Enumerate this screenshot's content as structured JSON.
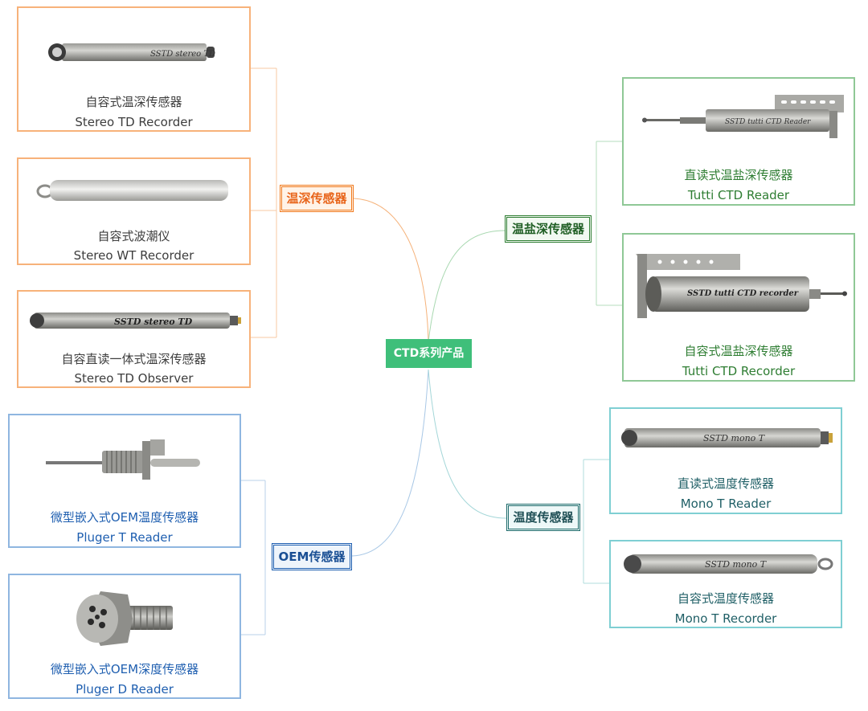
{
  "center": {
    "label": "CTD系列产品",
    "color": "#3fbf7a"
  },
  "branches": {
    "td": {
      "label": "温深传感器",
      "color": "#f07a1e"
    },
    "ctd": {
      "label": "温盐深传感器",
      "color": "#2e7d32"
    },
    "oem": {
      "label": "OEM传感器",
      "color": "#1f5fb0"
    },
    "temp": {
      "label": "温度传感器",
      "color": "#1f6b6b"
    }
  },
  "cards": {
    "stereo_td_recorder": {
      "cn": "自容式温深传感器",
      "en": "Stereo TD Recorder",
      "engraving": "SSTD stereo TD"
    },
    "stereo_wt_recorder": {
      "cn": "自容式波潮仪",
      "en": "Stereo WT Recorder"
    },
    "stereo_td_observer": {
      "cn": "自容直读一体式温深传感器",
      "en": "Stereo TD Observer",
      "engraving": "SSTD stereo TD"
    },
    "tutti_ctd_reader": {
      "cn": "直读式温盐深传感器",
      "en": "Tutti CTD Reader",
      "engraving": "SSTD tutti CTD Reader"
    },
    "tutti_ctd_recorder": {
      "cn": "自容式温盐深传感器",
      "en": "Tutti CTD Recorder",
      "engraving": "SSTD tutti CTD recorder"
    },
    "mono_t_reader": {
      "cn": "直读式温度传感器",
      "en": "Mono T Reader",
      "engraving": "SSTD mono T"
    },
    "mono_t_recorder": {
      "cn": "自容式温度传感器",
      "en": "Mono T Recorder",
      "engraving": "SSTD mono T"
    },
    "pluger_t_reader": {
      "cn": "微型嵌入式OEM温度传感器",
      "en": "Pluger T Reader"
    },
    "pluger_d_reader": {
      "cn": "微型嵌入式OEM深度传感器",
      "en": "Pluger D Reader"
    }
  }
}
